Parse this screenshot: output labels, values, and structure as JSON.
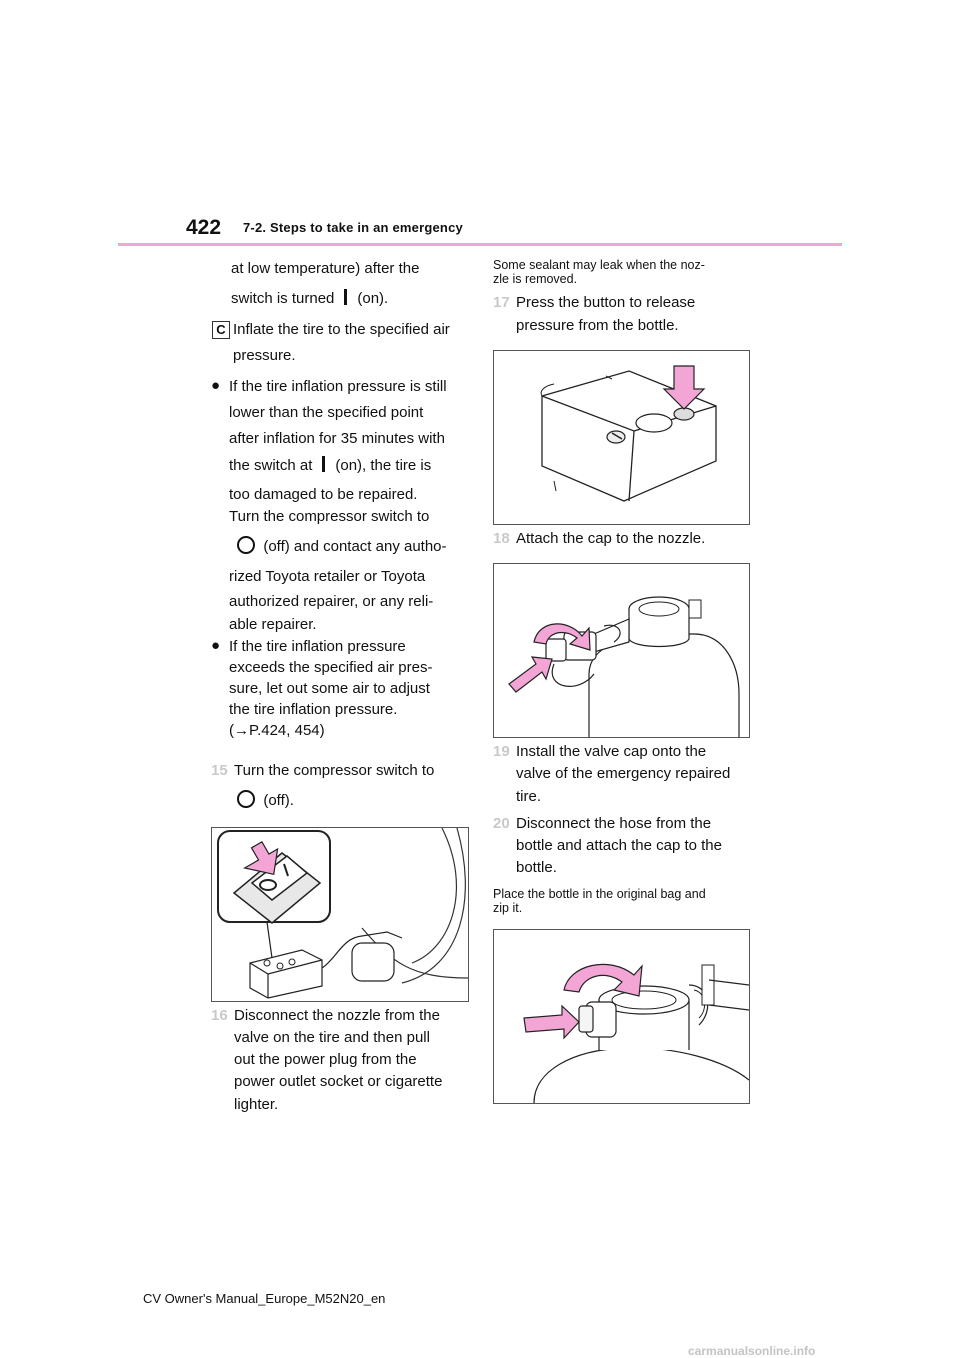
{
  "header": {
    "page_number": "422",
    "section_title": "7-2. Steps to take in an emergency"
  },
  "left": {
    "l1": "at low temperature) after the",
    "l2a": "switch is turned",
    "l2b": "(on).",
    "c_label": "C",
    "c1": "Inflate the tire to the specified air",
    "c2": "pressure.",
    "b1": [
      "If the tire inflation pressure is still",
      "lower than the specified point",
      "after inflation for 35 minutes with"
    ],
    "b1_sw_a": "the switch at",
    "b1_sw_b": "(on), the tire is",
    "b1_more": [
      "too damaged to be repaired.",
      "Turn the compressor switch to"
    ],
    "b1_off": "(off) and contact any autho-",
    "b1_end": [
      "rized Toyota retailer or Toyota",
      "authorized repairer, or any reli-",
      "able repairer."
    ],
    "b2": [
      "If the tire inflation pressure",
      "exceeds the specified air pres-",
      "sure, let out some air to adjust",
      "the tire inflation pressure.",
      "(→P.424, 454)"
    ],
    "s15_num": "15",
    "s15": "Turn the compressor switch to",
    "s15_off": "(off).",
    "s16_num": "16",
    "s16": [
      "Disconnect the nozzle from the",
      "valve on the tire and then pull",
      "out the power plug from the",
      "power outlet socket or cigarette",
      "lighter."
    ]
  },
  "right": {
    "note1": [
      "Some sealant may leak when the noz-",
      "zle is removed."
    ],
    "s17_num": "17",
    "s17": [
      "Press the button to release",
      "pressure from the bottle."
    ],
    "s18_num": "18",
    "s18": "Attach the cap to the nozzle.",
    "s19_num": "19",
    "s19": [
      "Install the valve cap onto the",
      "valve of the emergency repaired",
      "tire."
    ],
    "s20_num": "20",
    "s20": [
      "Disconnect the hose from the",
      "bottle and attach the cap to the",
      "bottle."
    ],
    "note2": [
      "Place the bottle in the original bag and",
      "zip it."
    ]
  },
  "footer": {
    "manual": "CV Owner's Manual_Europe_M52N20_en"
  },
  "watermark": "carmanualsonline.info",
  "colors": {
    "accent_rule": "#f1a7d3",
    "arrow_pink": "#f3a6d6",
    "step_number": "#c9c9c9"
  }
}
